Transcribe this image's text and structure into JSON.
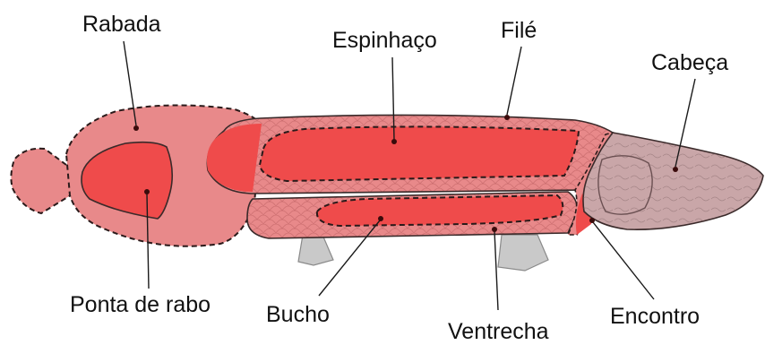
{
  "labels": {
    "rabada": "Rabada",
    "espinhaco": "Espinhaço",
    "file": "Filé",
    "cabeca": "Cabeça",
    "ponta_de_rabo": "Ponta de rabo",
    "bucho": "Bucho",
    "ventrecha": "Ventrecha",
    "encontro": "Encontro"
  },
  "colors": {
    "body_light": "#e8898a",
    "cut_red": "#ef4b4b",
    "cut_red_light": "#f25a5a",
    "head": "#c9a6a8",
    "fins": "#c8c8c8"
  }
}
